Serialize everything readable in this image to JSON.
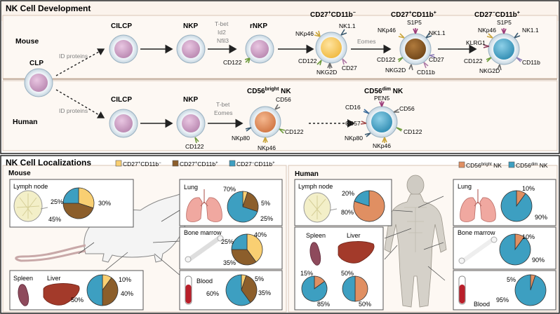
{
  "development": {
    "title": "NK Cell Development",
    "mouse_label": "Mouse",
    "human_label": "Human",
    "mouse": {
      "clp": "CLP",
      "id_proteins": "ID proteins",
      "cilcp": "CILCP",
      "nkp": "NKP",
      "tf": [
        "T-bet",
        "Id2",
        "Nfil3"
      ],
      "rnkp": "rNKP",
      "rnkp_marker": "CD122",
      "stage1": {
        "title_a": "CD27",
        "sup_a": "+",
        "title_b": "CD11b",
        "sup_b": "−",
        "markers": [
          "NKp46",
          "NK1.1",
          "CD122",
          "NKG2D",
          "CD27"
        ]
      },
      "eomes": "Eomes",
      "stage2": {
        "title_a": "CD27",
        "sup_a": "+",
        "title_b": "CD11b",
        "sup_b": "+",
        "markers": [
          "NKp46",
          "S1P5",
          "NK1.1",
          "CD122",
          "CD27",
          "NKG2D",
          "CD11b"
        ]
      },
      "stage3": {
        "title_a": "CD27",
        "sup_a": "−",
        "title_b": "CD11b",
        "sup_b": "+",
        "markers": [
          "NKp46",
          "S1P5",
          "NK1.1",
          "KLRG1",
          "CD122",
          "CD11b",
          "NKG2D"
        ]
      }
    },
    "human": {
      "id_proteins": "ID proteins",
      "cilcp": "CILCP",
      "nkp": "NKP",
      "nkp_marker": "CD122",
      "tf": [
        "T-bet",
        "Eomes"
      ],
      "bright": {
        "title_a": "CD56",
        "sup": "bright",
        "title_b": " NK",
        "markers": [
          "CD56",
          "NKp80",
          "CD122",
          "NKp46"
        ]
      },
      "dim": {
        "title_a": "CD56",
        "sup": "dim",
        "title_b": " NK",
        "markers": [
          "PEN5",
          "CD16",
          "CD56",
          "CD57",
          "CD122",
          "NKp80",
          "NKp46"
        ]
      }
    }
  },
  "localization": {
    "title": "NK Cell Localizations",
    "mouse": {
      "label": "Mouse",
      "legend": [
        {
          "text_a": "CD27",
          "sup_a": "+",
          "text_b": "CD11b",
          "sup_b": "−",
          "color": "#f9cf72"
        },
        {
          "text_a": "CD27",
          "sup_a": "+",
          "text_b": "CD11b",
          "sup_b": "+",
          "color": "#8c5e2b"
        },
        {
          "text_a": "CD27",
          "sup_a": "−",
          "text_b": "CD11b",
          "sup_b": "+",
          "color": "#3d9fc1"
        }
      ],
      "organs": {
        "lymph_node": {
          "label": "Lymph node",
          "values": [
            30,
            45,
            25
          ],
          "labels": [
            "30%",
            "45%",
            "25%"
          ]
        },
        "lung": {
          "label": "Lung",
          "values": [
            5,
            25,
            70
          ],
          "labels": [
            "5%",
            "25%",
            "70%"
          ]
        },
        "bone_marrow": {
          "label": "Bone marrow",
          "values": [
            40,
            35,
            25
          ],
          "labels": [
            "40%",
            "35%",
            "25%"
          ]
        },
        "blood": {
          "label": "Blood",
          "values": [
            5,
            35,
            60
          ],
          "labels": [
            "5%",
            "35%",
            "60%"
          ]
        },
        "liver": {
          "spleen_label": "Spleen",
          "liver_label": "Liver",
          "values": [
            10,
            40,
            50
          ],
          "labels": [
            "10%",
            "40%",
            "50%"
          ]
        }
      }
    },
    "human": {
      "label": "Human",
      "legend": [
        {
          "text_a": "CD56",
          "sup": "bright",
          "text_b": " NK",
          "color": "#e08f62"
        },
        {
          "text_a": "CD56",
          "sup": "dim",
          "text_b": " NK",
          "color": "#3d9fc1"
        }
      ],
      "organs": {
        "lymph_node": {
          "label": "Lymph node",
          "values": [
            80,
            20
          ],
          "labels": [
            "80%",
            "20%"
          ]
        },
        "lung": {
          "label": "Lung",
          "values": [
            10,
            90
          ],
          "labels": [
            "10%",
            "90%"
          ]
        },
        "bone_marrow": {
          "label": "Bone marrow",
          "values": [
            10,
            90
          ],
          "labels": [
            "10%",
            "90%"
          ]
        },
        "spleen": {
          "label": "Spleen",
          "values": [
            15,
            85
          ],
          "labels": [
            "15%",
            "85%"
          ]
        },
        "liver": {
          "label": "Liver",
          "values": [
            50,
            50
          ],
          "labels": [
            "50%",
            "50%"
          ]
        },
        "blood": {
          "label": "Blood",
          "values": [
            5,
            95
          ],
          "labels": [
            "5%",
            "95%"
          ]
        }
      }
    }
  }
}
